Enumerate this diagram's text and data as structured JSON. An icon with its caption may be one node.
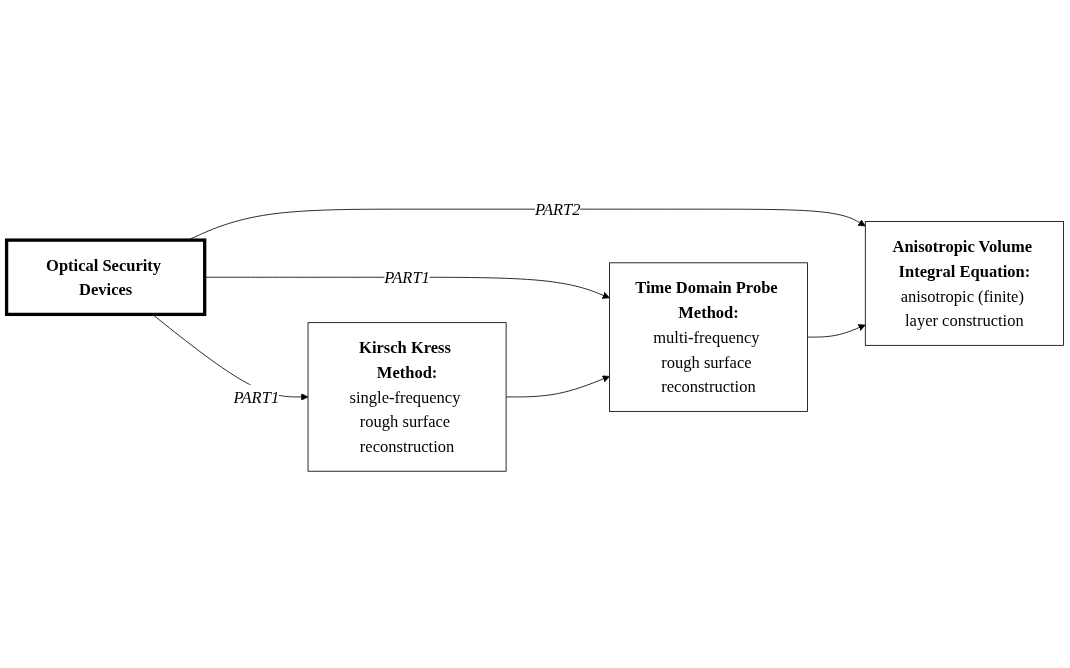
{
  "diagram": {
    "nodes": [
      {
        "text": [
          "Optical Security Devices"
        ]
      },
      {
        "text": [
          "Kirsch Kress Method:",
          "single-frequency rough surface reconstruction"
        ]
      },
      {
        "text": [
          "Time Domain Probe Method:",
          "multi-frequency rough surface reconstruction"
        ]
      },
      {
        "text": [
          "Anisotropic Volume Integral Equation:",
          "anisotropic (finite) layer construction"
        ]
      }
    ],
    "edges": [
      {
        "from": 0,
        "to": 1,
        "arrow": "to",
        "label": "PART1"
      },
      {
        "from": 0,
        "to": 2,
        "arrow": "to",
        "label": "PART1"
      },
      {
        "from": 0,
        "to": 3,
        "arrow": "to",
        "label": "PART2"
      },
      {
        "from": 1,
        "to": 2,
        "arrow": "to"
      },
      {
        "from": 2,
        "to": 3,
        "arrow": "to"
      }
    ]
  }
}
